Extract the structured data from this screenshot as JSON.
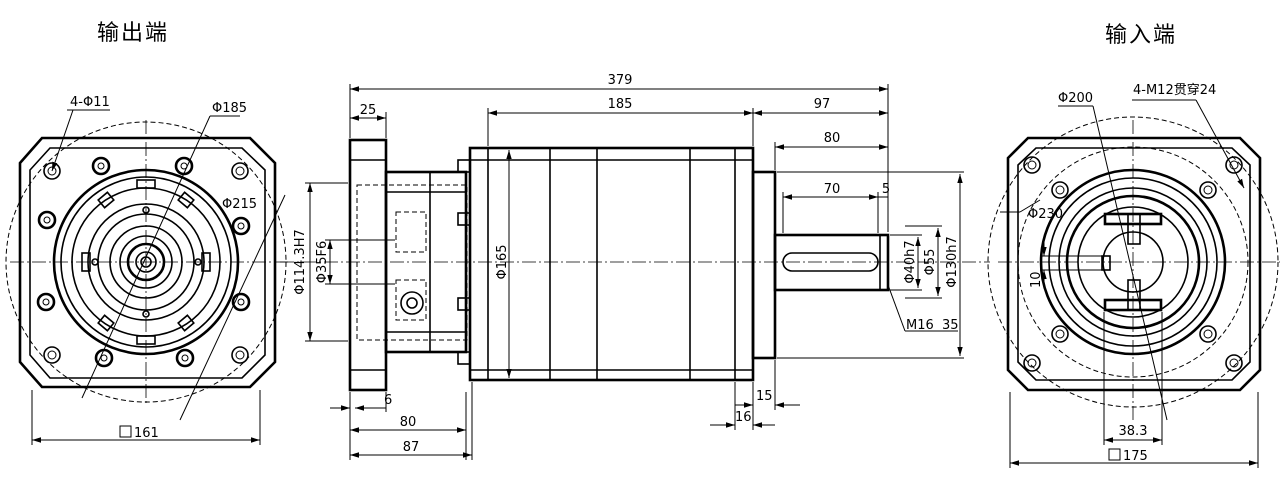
{
  "titles": {
    "output_end": "输出端",
    "input_end": "输入端"
  },
  "left_view": {
    "hole_callout": "4-Φ11",
    "d185": "Φ185",
    "d215": "Φ215",
    "square": "161"
  },
  "side_view": {
    "overall": "379",
    "d185": "185",
    "d97": "97",
    "d25": "25",
    "d80_top": "80",
    "d70": "70",
    "d5": "5",
    "bore_a": "Φ114.3H7",
    "bore_b": "Φ35F6",
    "body": "Φ165",
    "shaft": "Φ40h7",
    "d55": "Φ55",
    "pilot": "Φ130h7",
    "thread": "M16",
    "d35": "35",
    "d6": "6",
    "d80_bottom": "80",
    "d87": "87",
    "d15": "15",
    "d16": "16"
  },
  "right_view": {
    "d200": "Φ200",
    "thread_callout": "4-M12贯穿24",
    "d230": "Φ230",
    "d10": "10",
    "d38": "38.3",
    "square": "175"
  }
}
